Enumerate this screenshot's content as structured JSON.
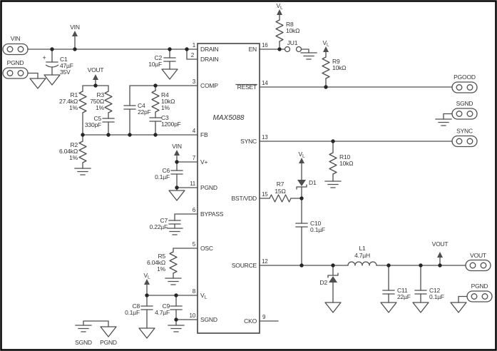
{
  "figure": {
    "type": "schematic",
    "title": "MAX5088 typical application circuit"
  },
  "colors": {
    "background": "#ffffff",
    "border": "#000000",
    "line": "#4f4f4f",
    "text": "#333333"
  },
  "ic": {
    "part": "MAX5088",
    "pins_left": [
      {
        "num": "1",
        "name": "DRAIN"
      },
      {
        "num": "2",
        "name": "DRAIN"
      },
      {
        "num": "3",
        "name": "COMP"
      },
      {
        "num": "4",
        "name": "FB"
      },
      {
        "num": "7",
        "name": "V+"
      },
      {
        "num": "11",
        "name": "PGND"
      },
      {
        "num": "6",
        "name": "BYPASS"
      },
      {
        "num": "5",
        "name": "OSC"
      },
      {
        "num": "8",
        "name": "VL"
      },
      {
        "num": "10",
        "name": "SGND"
      }
    ],
    "pins_right": [
      {
        "num": "16",
        "name": "EN"
      },
      {
        "num": "14",
        "name": "RESET",
        "overline": true
      },
      {
        "num": "13",
        "name": "SYNC"
      },
      {
        "num": "15",
        "name": "BST/VDD"
      },
      {
        "num": "12",
        "name": "SOURCE"
      },
      {
        "num": "9",
        "name": "CKO"
      }
    ]
  },
  "rails": {
    "vin": "VIN",
    "vout": "VOUT",
    "vl_main": "V",
    "vl_sub": "L"
  },
  "connectors": {
    "vin": "VIN",
    "pgnd_top": "PGND",
    "pgood": "PGOOD",
    "sgnd": "SGND",
    "sync": "SYNC",
    "vout": "VOUT",
    "pgnd_out": "PGND"
  },
  "ground_labels": {
    "sgnd": "SGND",
    "pgnd": "PGND"
  },
  "jumper": {
    "ref": "JU1"
  },
  "resistors": {
    "r1": {
      "ref": "R1",
      "value": "27.4kΩ",
      "tol": "1%"
    },
    "r2": {
      "ref": "R2",
      "value": "6.04kΩ",
      "tol": "1%"
    },
    "r3": {
      "ref": "R3",
      "value": "750Ω",
      "tol": "1%"
    },
    "r4": {
      "ref": "R4",
      "value": "10kΩ",
      "tol": "1%"
    },
    "r5": {
      "ref": "R5",
      "value": "6.04kΩ",
      "tol": "1%"
    },
    "r7": {
      "ref": "R7",
      "value": "15Ω"
    },
    "r8": {
      "ref": "R8",
      "value": "10kΩ"
    },
    "r9": {
      "ref": "R9",
      "value": "10kΩ"
    },
    "r10": {
      "ref": "R10",
      "value": "10kΩ"
    }
  },
  "capacitors": {
    "c1": {
      "ref": "C1",
      "value": "47µF",
      "rating": "35V",
      "polarity": "+"
    },
    "c2": {
      "ref": "C2",
      "value": "10µF"
    },
    "c3": {
      "ref": "C3",
      "value": "1200pF"
    },
    "c4": {
      "ref": "C4",
      "value": "22pF"
    },
    "c5": {
      "ref": "C5",
      "value": "330pF"
    },
    "c6": {
      "ref": "C6",
      "value": "0.1µF"
    },
    "c7": {
      "ref": "C7",
      "value": "0.22µF"
    },
    "c8": {
      "ref": "C8",
      "value": "0.1µF"
    },
    "c9": {
      "ref": "C9",
      "value": "4.7µF"
    },
    "c10": {
      "ref": "C10",
      "value": "0.1µF"
    },
    "c11": {
      "ref": "C11",
      "value": "22µF"
    },
    "c12": {
      "ref": "C12",
      "value": "0.1µF"
    }
  },
  "diodes": {
    "d1": {
      "ref": "D1"
    },
    "d2": {
      "ref": "D2"
    }
  },
  "inductor": {
    "ref": "L1",
    "value": "4.7µH"
  }
}
